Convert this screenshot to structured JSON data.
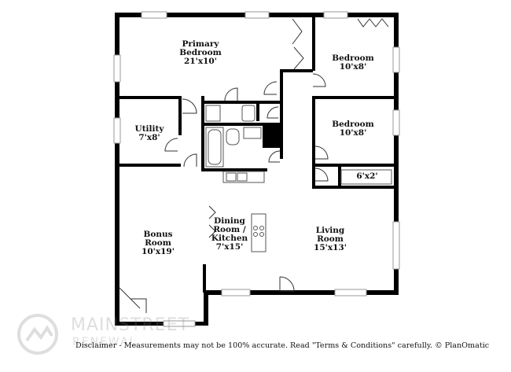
{
  "rooms": [
    {
      "id": "primary-bedroom",
      "name_lines": [
        "Primary",
        "Bedroom"
      ],
      "dimensions": "21'x10'"
    },
    {
      "id": "bedroom-1",
      "name_lines": [
        "Bedroom"
      ],
      "dimensions": "10'x8'"
    },
    {
      "id": "utility",
      "name_lines": [
        "Utility"
      ],
      "dimensions": "7'x8'"
    },
    {
      "id": "bedroom-2",
      "name_lines": [
        "Bedroom"
      ],
      "dimensions": "10'x8'"
    },
    {
      "id": "closet",
      "name_lines": [],
      "dimensions": "6'x2'"
    },
    {
      "id": "bonus-room",
      "name_lines": [
        "Bonus",
        "Room"
      ],
      "dimensions": "10'x19'"
    },
    {
      "id": "dining-kitchen",
      "name_lines": [
        "Dining",
        "Room /",
        "Kitchen"
      ],
      "dimensions": "7'x15'"
    },
    {
      "id": "living-room",
      "name_lines": [
        "Living",
        "Room"
      ],
      "dimensions": "15'x13'"
    }
  ],
  "disclaimer": "Disclaimer - Measurements may not be 100% accurate. Read \"Terms & Conditions\" carefully. © PlanOmatic",
  "watermark": {
    "name": "MAINSTREET",
    "sub": "RENEWAL"
  }
}
